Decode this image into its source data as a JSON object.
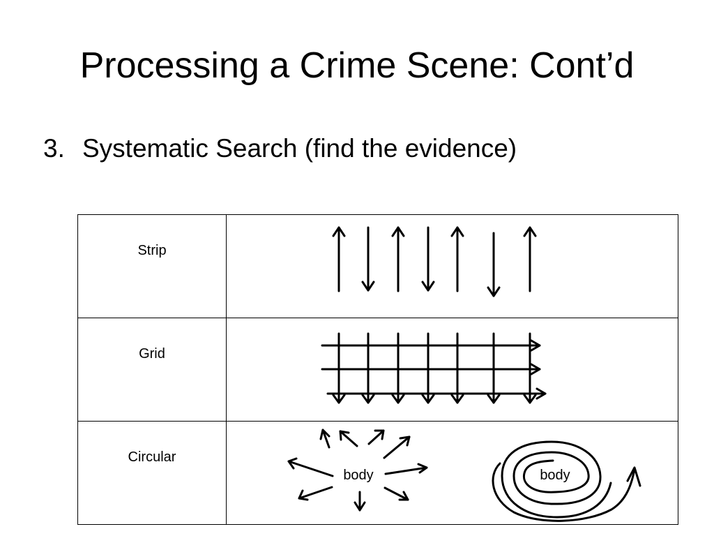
{
  "slide": {
    "title": "Processing a Crime Scene: Cont’d",
    "bullet_number": "3.",
    "bullet_text": "Systematic Search (find the evidence)"
  },
  "search_methods": [
    {
      "label": "Strip"
    },
    {
      "label": "Grid"
    },
    {
      "label": "Circular"
    }
  ],
  "diagram_labels": {
    "circular_left": "body",
    "circular_right": "body"
  }
}
